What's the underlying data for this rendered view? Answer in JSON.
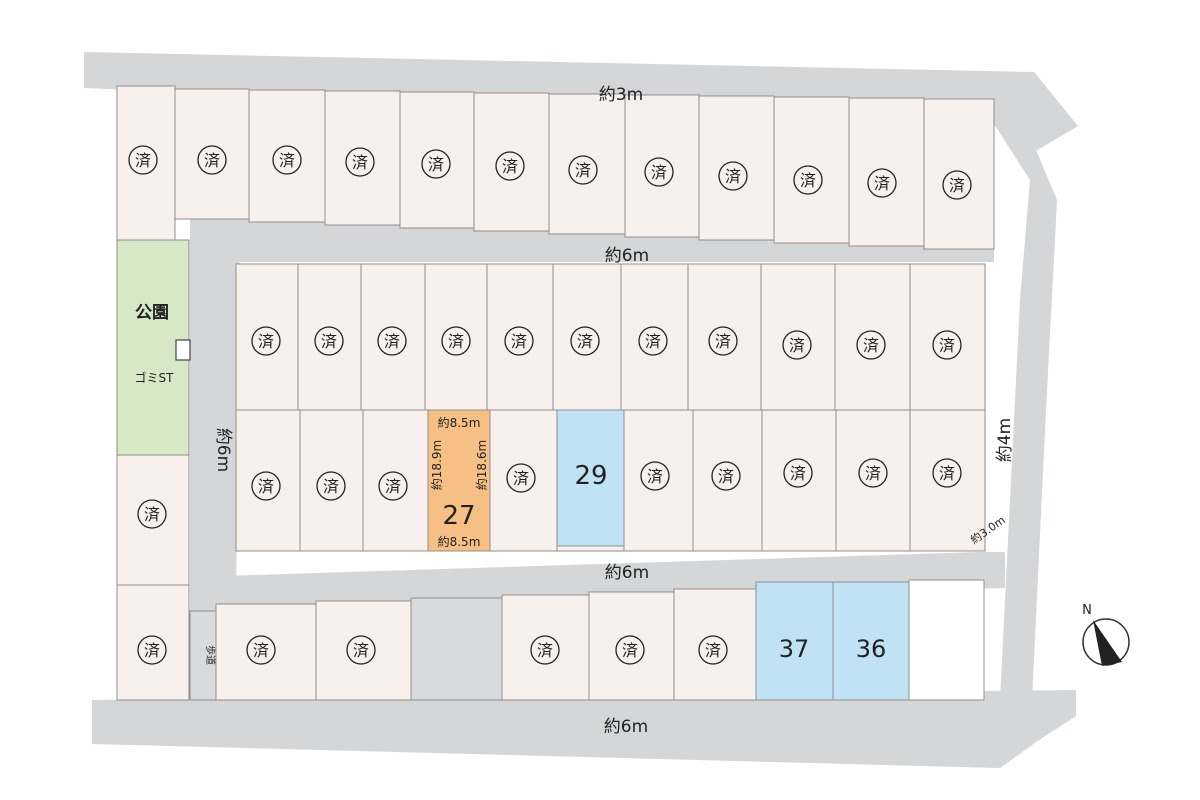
{
  "roads": {
    "top": "約3m",
    "upper": "約6m",
    "middle": "約6m",
    "bottom": "約6m",
    "left_vertical": "約6m",
    "right_vertical": "約4m",
    "right_corner": "約3.0m"
  },
  "park": {
    "label": "公園",
    "garbage": "ゴミST"
  },
  "sidewalk": "歩道",
  "sold_mark": "済",
  "available_lots": {
    "lot27": {
      "number": "27",
      "top_width": "約8.5m",
      "bottom_width": "約8.5m",
      "left_depth": "約18.9m",
      "right_depth": "約18.6m"
    },
    "lot29": {
      "number": "29"
    },
    "lot37": {
      "number": "37"
    },
    "lot36": {
      "number": "36"
    }
  },
  "compass": {
    "label": "N"
  },
  "colors": {
    "road": "#d4d6d7",
    "lot": "#f8f0ec",
    "lot_border": "#8f8f8f",
    "park": "#d7e8c6",
    "available_blue": "#bfe3f5",
    "selected_orange": "#f6c085",
    "gray_lot": "#d9dadb",
    "white_lot": "#ffffff"
  }
}
